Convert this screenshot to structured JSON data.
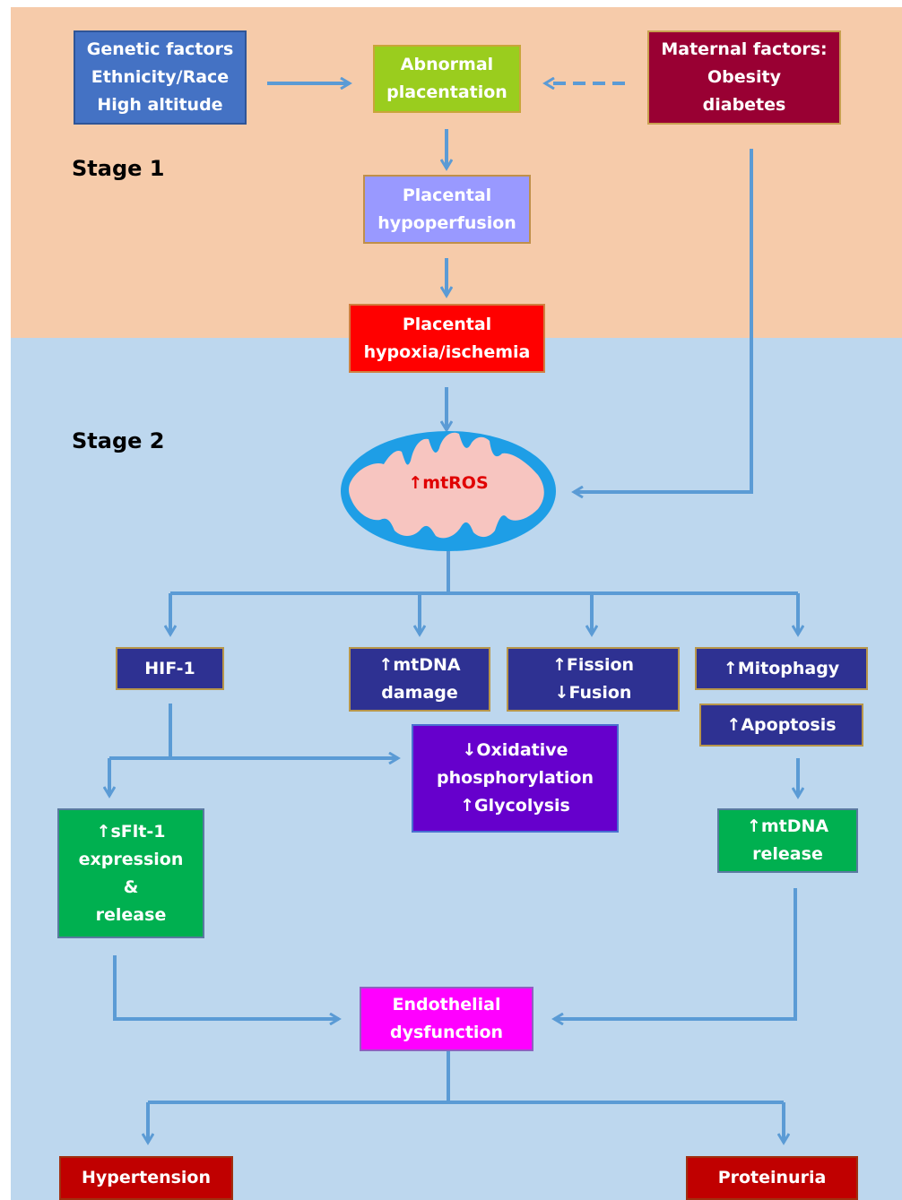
{
  "stages": {
    "stage1": "Stage 1",
    "stage2": "Stage 2"
  },
  "boxes": {
    "genetic_factors": "Genetic factors\nEthnicity/Race\nHigh altitude",
    "abnormal_placentation": "Abnormal\nplacentation",
    "maternal_factors": "Maternal factors:\nObesity\ndiabetes",
    "placental_hypoperfusion": "Placental\nhypoperfusion",
    "placental_hypoxia": "Placental\nhypoxia/ischemia",
    "mtros": "↑mtROS",
    "hif1": "HIF-1",
    "mtdna_damage": "↑mtDNA\ndamage",
    "fission_fusion": "↑Fission\n↓Fusion",
    "mitophagy": "↑Mitophagy",
    "apoptosis": "↑Apoptosis",
    "oxphos_glycolysis": "↓Oxidative\nphosphorylation\n↑Glycolysis",
    "sflt1": "↑sFlt-1\nexpression\n&\nrelease",
    "mtdna_release": "↑mtDNA\nrelease",
    "endothelial_dysfunction": "Endothelial\ndysfunction",
    "hypertension": "Hypertension",
    "proteinuria": "Proteinuria"
  },
  "colors": {
    "stage1_background": "#f6cbaa",
    "stage2_background": "#bdd7ee",
    "arrow": "#5b9bd5",
    "mitochondrion_outer": "#1e9ee6",
    "mitochondrion_inner": "#f7c5c0"
  }
}
